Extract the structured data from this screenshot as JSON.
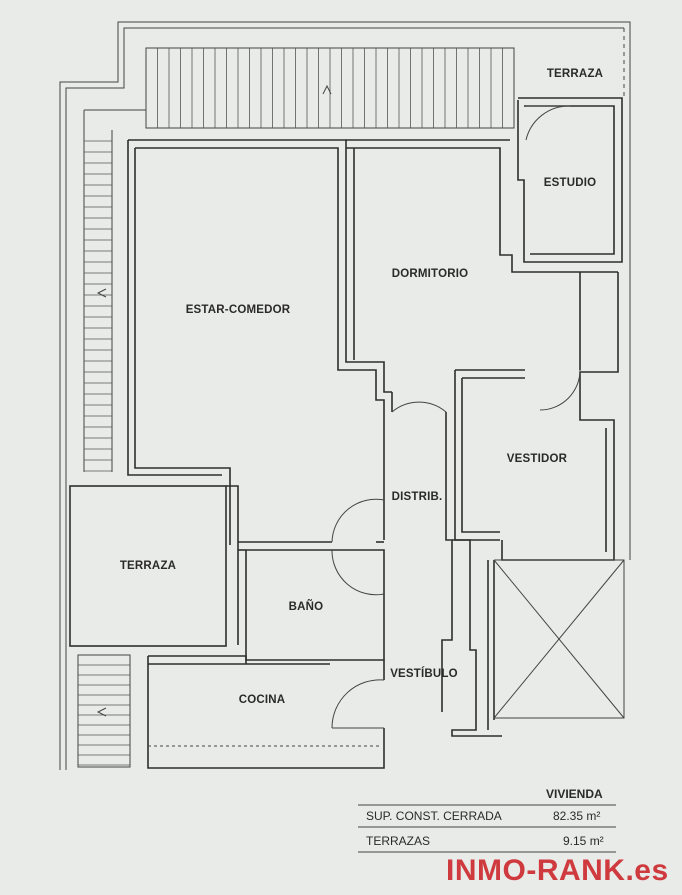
{
  "rooms": {
    "terraza_top": "TERRAZA",
    "estudio": "ESTUDIO",
    "dormitorio": "DORMITORIO",
    "estar_comedor": "ESTAR-COMEDOR",
    "vestidor": "VESTIDOR",
    "distrib": "DISTRIB.",
    "terraza_left": "TERRAZA",
    "bano": "BAÑO",
    "cocina": "COCINA",
    "vestibulo": "VESTÍBULO"
  },
  "summary": {
    "title": "VIVIENDA",
    "rows": [
      {
        "label": "SUP. CONST. CERRADA",
        "value": "82.35 m²"
      },
      {
        "label": "TERRAZAS",
        "value": "9.15 m²"
      }
    ]
  },
  "watermark": "INMO-RANK.es"
}
